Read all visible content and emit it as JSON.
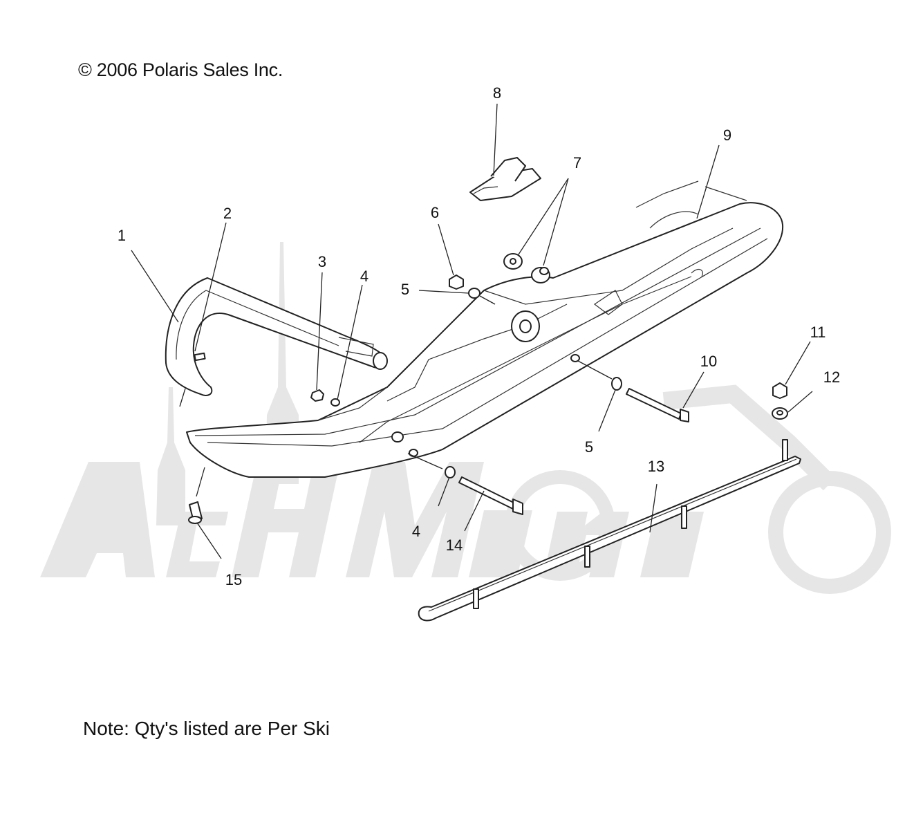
{
  "copyright": "© 2006 Polaris Sales Inc.",
  "note": "Note: Qty's listed are Per Ski",
  "watermark": "AchMoto",
  "callouts": [
    "1",
    "2",
    "3",
    "4",
    "4",
    "5",
    "5",
    "6",
    "7",
    "8",
    "9",
    "10",
    "11",
    "12",
    "13",
    "14",
    "15"
  ]
}
